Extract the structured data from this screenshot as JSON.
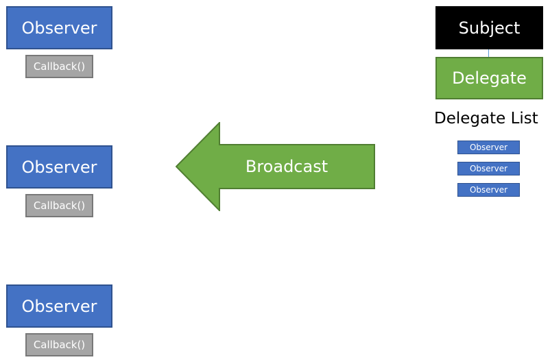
{
  "observers": [
    {
      "label": "Observer",
      "callback": "Callback()"
    },
    {
      "label": "Observer",
      "callback": "Callback()"
    },
    {
      "label": "Observer",
      "callback": "Callback()"
    }
  ],
  "broadcast": {
    "label": "Broadcast"
  },
  "subject": {
    "label": "Subject"
  },
  "delegate": {
    "label": "Delegate"
  },
  "delegate_list": {
    "title": "Delegate List",
    "items": [
      "Observer",
      "Observer",
      "Observer"
    ]
  },
  "colors": {
    "observer_fill": "#4472c4",
    "callback_fill": "#a5a5a5",
    "green": "#70ad47",
    "subject_fill": "#000000"
  },
  "icons": {
    "broadcast_arrow": "left-arrow-icon"
  }
}
